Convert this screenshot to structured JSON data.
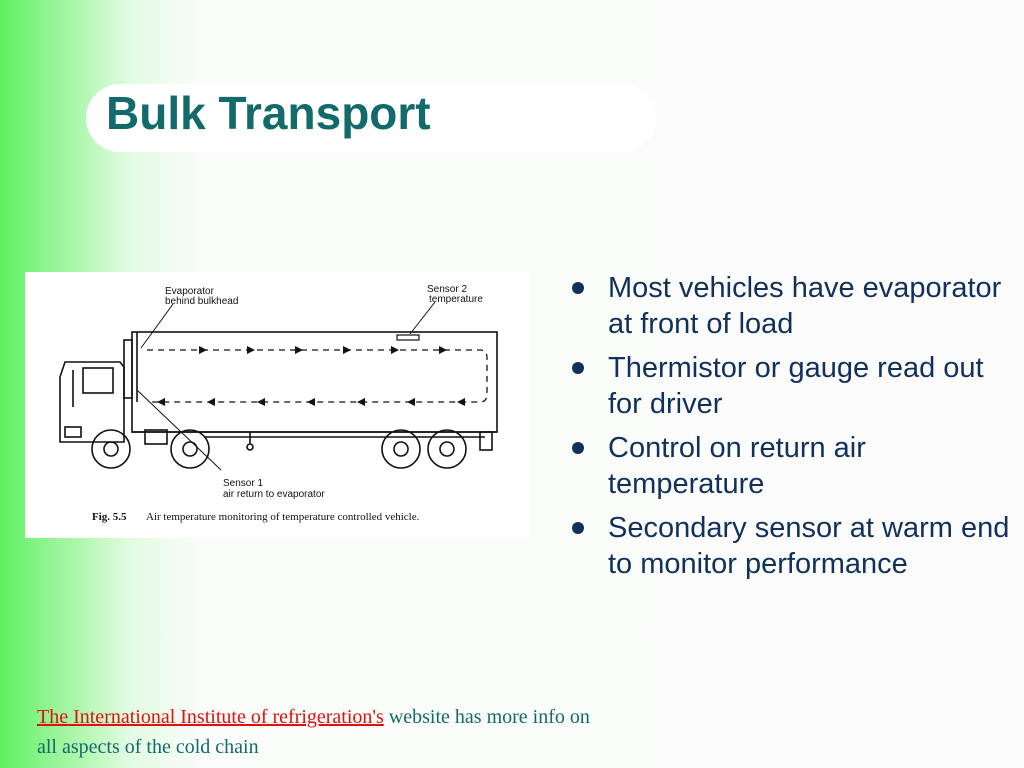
{
  "slide": {
    "title": "Bulk Transport"
  },
  "figure": {
    "label_evaporator": [
      "Evaporator",
      "behind bulkhead"
    ],
    "label_sensor2": [
      "Sensor 2",
      "temperature"
    ],
    "label_sensor1": [
      "Sensor 1",
      "air return to evaporator"
    ],
    "caption_number": "Fig. 5.5",
    "caption_text": "Air temperature monitoring of temperature controlled vehicle."
  },
  "bullets": [
    "Most vehicles have evaporator at front of load",
    "Thermistor or gauge read out for driver",
    "Control on return air temperature",
    "Secondary sensor at warm end to monitor performance"
  ],
  "footer": {
    "link_text": "The International Institute of refrigeration's",
    "rest_text_1": " website has more info on",
    "rest_text_2": "all aspects of the cold chain"
  },
  "colors": {
    "title": "#136a6a",
    "bullet_text": "#11315a",
    "link": "#e01010",
    "footer_text": "#136a6a",
    "gradient_left": "#5ff05f"
  }
}
